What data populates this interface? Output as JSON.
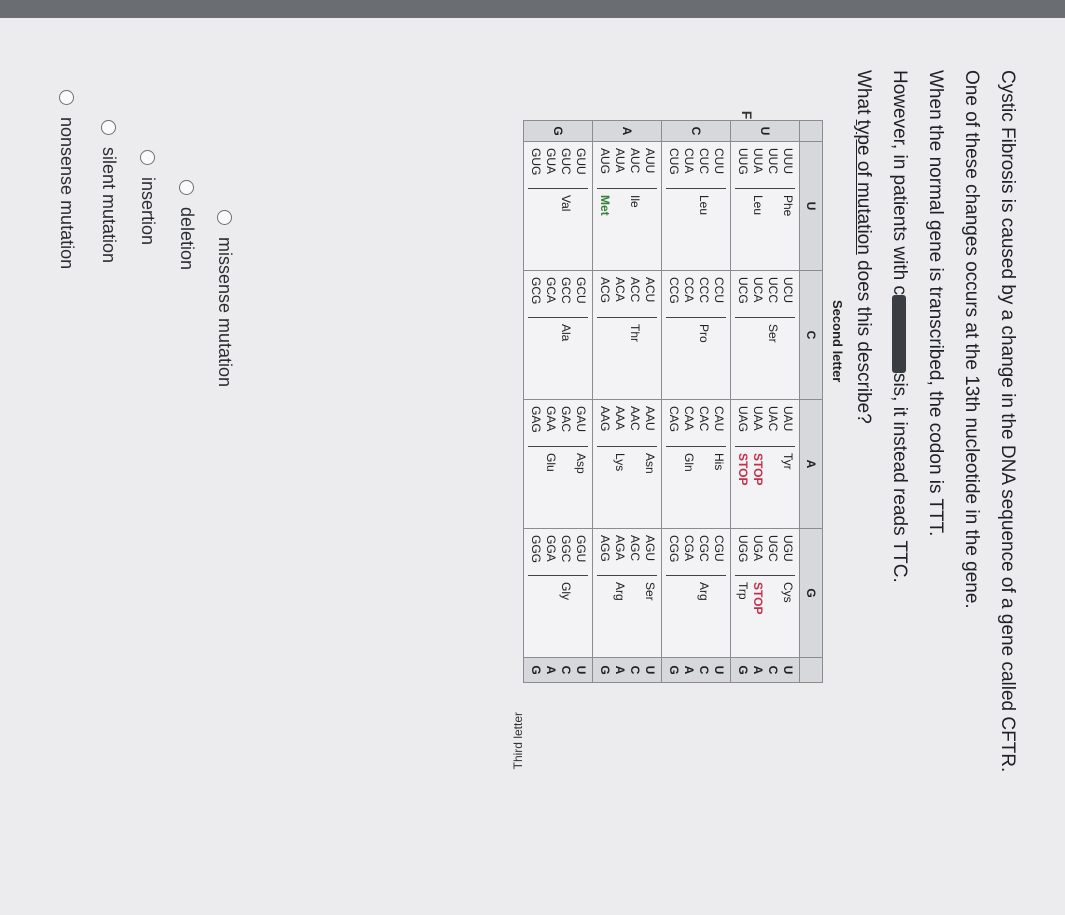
{
  "question": {
    "line1": "Cystic Fibrosis is caused by a change in the DNA sequence of a gene called CFTR.",
    "line2": "One of these changes occurs at the 13th nucleotide in the gene.",
    "line3": "When the normal gene is transcribed, the codon is TTT.",
    "line4_a": "However, in patients with c",
    "line4_b": "sis, it instead reads TTC.",
    "line5_a": "What ",
    "line5_u": "type of mutation",
    "line5_b": " does this describe?"
  },
  "codon_table": {
    "second_letter_label": "Second letter",
    "first_letter_label": "First letter",
    "third_letter_label": "Third letter",
    "second_headers": [
      "U",
      "C",
      "A",
      "G"
    ],
    "first_letters": [
      "U",
      "C",
      "A",
      "G"
    ],
    "third_letters": [
      "U",
      "C",
      "A",
      "G"
    ],
    "rows": [
      [
        {
          "codons": [
            "UUU",
            "UUC",
            "UUA",
            "UUG"
          ],
          "aas": [
            "Phe",
            "",
            "Leu",
            ""
          ]
        },
        {
          "codons": [
            "UCU",
            "UCC",
            "UCA",
            "UCG"
          ],
          "aas": [
            "",
            "Ser",
            "",
            ""
          ]
        },
        {
          "codons": [
            "UAU",
            "UAC",
            "UAA",
            "UAG"
          ],
          "aas": [
            "Tyr",
            "",
            "STOP",
            "STOP"
          ]
        },
        {
          "codons": [
            "UGU",
            "UGC",
            "UGA",
            "UGG"
          ],
          "aas": [
            "Cys",
            "",
            "STOP",
            "Trp"
          ]
        }
      ],
      [
        {
          "codons": [
            "CUU",
            "CUC",
            "CUA",
            "CUG"
          ],
          "aas": [
            "",
            "Leu",
            "",
            ""
          ]
        },
        {
          "codons": [
            "CCU",
            "CCC",
            "CCA",
            "CCG"
          ],
          "aas": [
            "",
            "Pro",
            "",
            ""
          ]
        },
        {
          "codons": [
            "CAU",
            "CAC",
            "CAA",
            "CAG"
          ],
          "aas": [
            "His",
            "",
            "Gln",
            ""
          ]
        },
        {
          "codons": [
            "CGU",
            "CGC",
            "CGA",
            "CGG"
          ],
          "aas": [
            "",
            "Arg",
            "",
            ""
          ]
        }
      ],
      [
        {
          "codons": [
            "AUU",
            "AUC",
            "AUA",
            "AUG"
          ],
          "aas": [
            "",
            "Ile",
            "",
            "Met"
          ]
        },
        {
          "codons": [
            "ACU",
            "ACC",
            "ACA",
            "ACG"
          ],
          "aas": [
            "",
            "Thr",
            "",
            ""
          ]
        },
        {
          "codons": [
            "AAU",
            "AAC",
            "AAA",
            "AAG"
          ],
          "aas": [
            "Asn",
            "",
            "Lys",
            ""
          ]
        },
        {
          "codons": [
            "AGU",
            "AGC",
            "AGA",
            "AGG"
          ],
          "aas": [
            "Ser",
            "",
            "Arg",
            ""
          ]
        }
      ],
      [
        {
          "codons": [
            "GUU",
            "GUC",
            "GUA",
            "GUG"
          ],
          "aas": [
            "",
            "Val",
            "",
            ""
          ]
        },
        {
          "codons": [
            "GCU",
            "GCC",
            "GCA",
            "GCG"
          ],
          "aas": [
            "",
            "Ala",
            "",
            ""
          ]
        },
        {
          "codons": [
            "GAU",
            "GAC",
            "GAA",
            "GAG"
          ],
          "aas": [
            "Asp",
            "",
            "Glu",
            ""
          ]
        },
        {
          "codons": [
            "GGU",
            "GGC",
            "GGA",
            "GGG"
          ],
          "aas": [
            "",
            "Gly",
            "",
            ""
          ]
        }
      ]
    ]
  },
  "options": [
    "missense mutation",
    "deletion",
    "insertion",
    "silent mutation",
    "nonsense mutation"
  ]
}
